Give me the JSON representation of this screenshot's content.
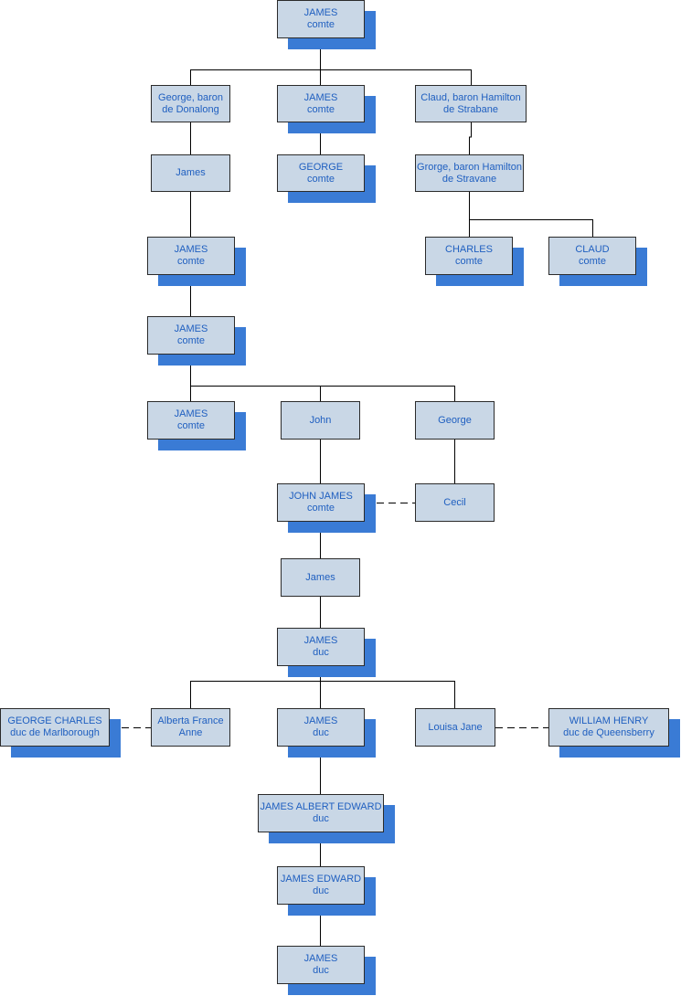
{
  "colors": {
    "box_fill": "#c9d7e6",
    "shadow": "#3a7bd5",
    "text": "#1f5fc0",
    "line": "#000000"
  },
  "nodes": {
    "james_comte_1": {
      "name": "JAMES",
      "title": "comte"
    },
    "george_donalong": {
      "name": "George, baron",
      "title": "de Donalong"
    },
    "james_comte_2": {
      "name": "JAMES",
      "title": "comte"
    },
    "claud_strabane": {
      "name": "Claud, baron Hamilton",
      "title": "de Strabane"
    },
    "james_plain_1": {
      "name": "James",
      "title": ""
    },
    "george_comte": {
      "name": "GEORGE",
      "title": "comte"
    },
    "grorge_stravane": {
      "name": "Grorge, baron Hamilton",
      "title": "de Stravane"
    },
    "james_comte_3": {
      "name": "JAMES",
      "title": "comte"
    },
    "charles_comte": {
      "name": "CHARLES",
      "title": "comte"
    },
    "claud_comte": {
      "name": "CLAUD",
      "title": "comte"
    },
    "james_comte_4": {
      "name": "JAMES",
      "title": "comte"
    },
    "james_comte_5": {
      "name": "JAMES",
      "title": "comte"
    },
    "john": {
      "name": "John",
      "title": ""
    },
    "george": {
      "name": "George",
      "title": ""
    },
    "john_james": {
      "name": "JOHN JAMES",
      "title": "comte"
    },
    "cecil": {
      "name": "Cecil",
      "title": ""
    },
    "james_plain_2": {
      "name": "James",
      "title": ""
    },
    "james_duc_1": {
      "name": "JAMES",
      "title": "duc"
    },
    "george_charles": {
      "name": "GEORGE CHARLES",
      "title": "duc de Marlborough"
    },
    "alberta": {
      "name": "Alberta France",
      "title": "Anne"
    },
    "james_duc_2": {
      "name": "JAMES",
      "title": "duc"
    },
    "louisa": {
      "name": "Louisa Jane",
      "title": ""
    },
    "william_henry": {
      "name": "WILLIAM HENRY",
      "title": "duc de Queensberry"
    },
    "james_albert": {
      "name": "JAMES ALBERT EDWARD",
      "title": "duc"
    },
    "james_edward": {
      "name": "JAMES EDWARD",
      "title": "duc"
    },
    "james_duc_3": {
      "name": "JAMES",
      "title": "duc"
    }
  }
}
